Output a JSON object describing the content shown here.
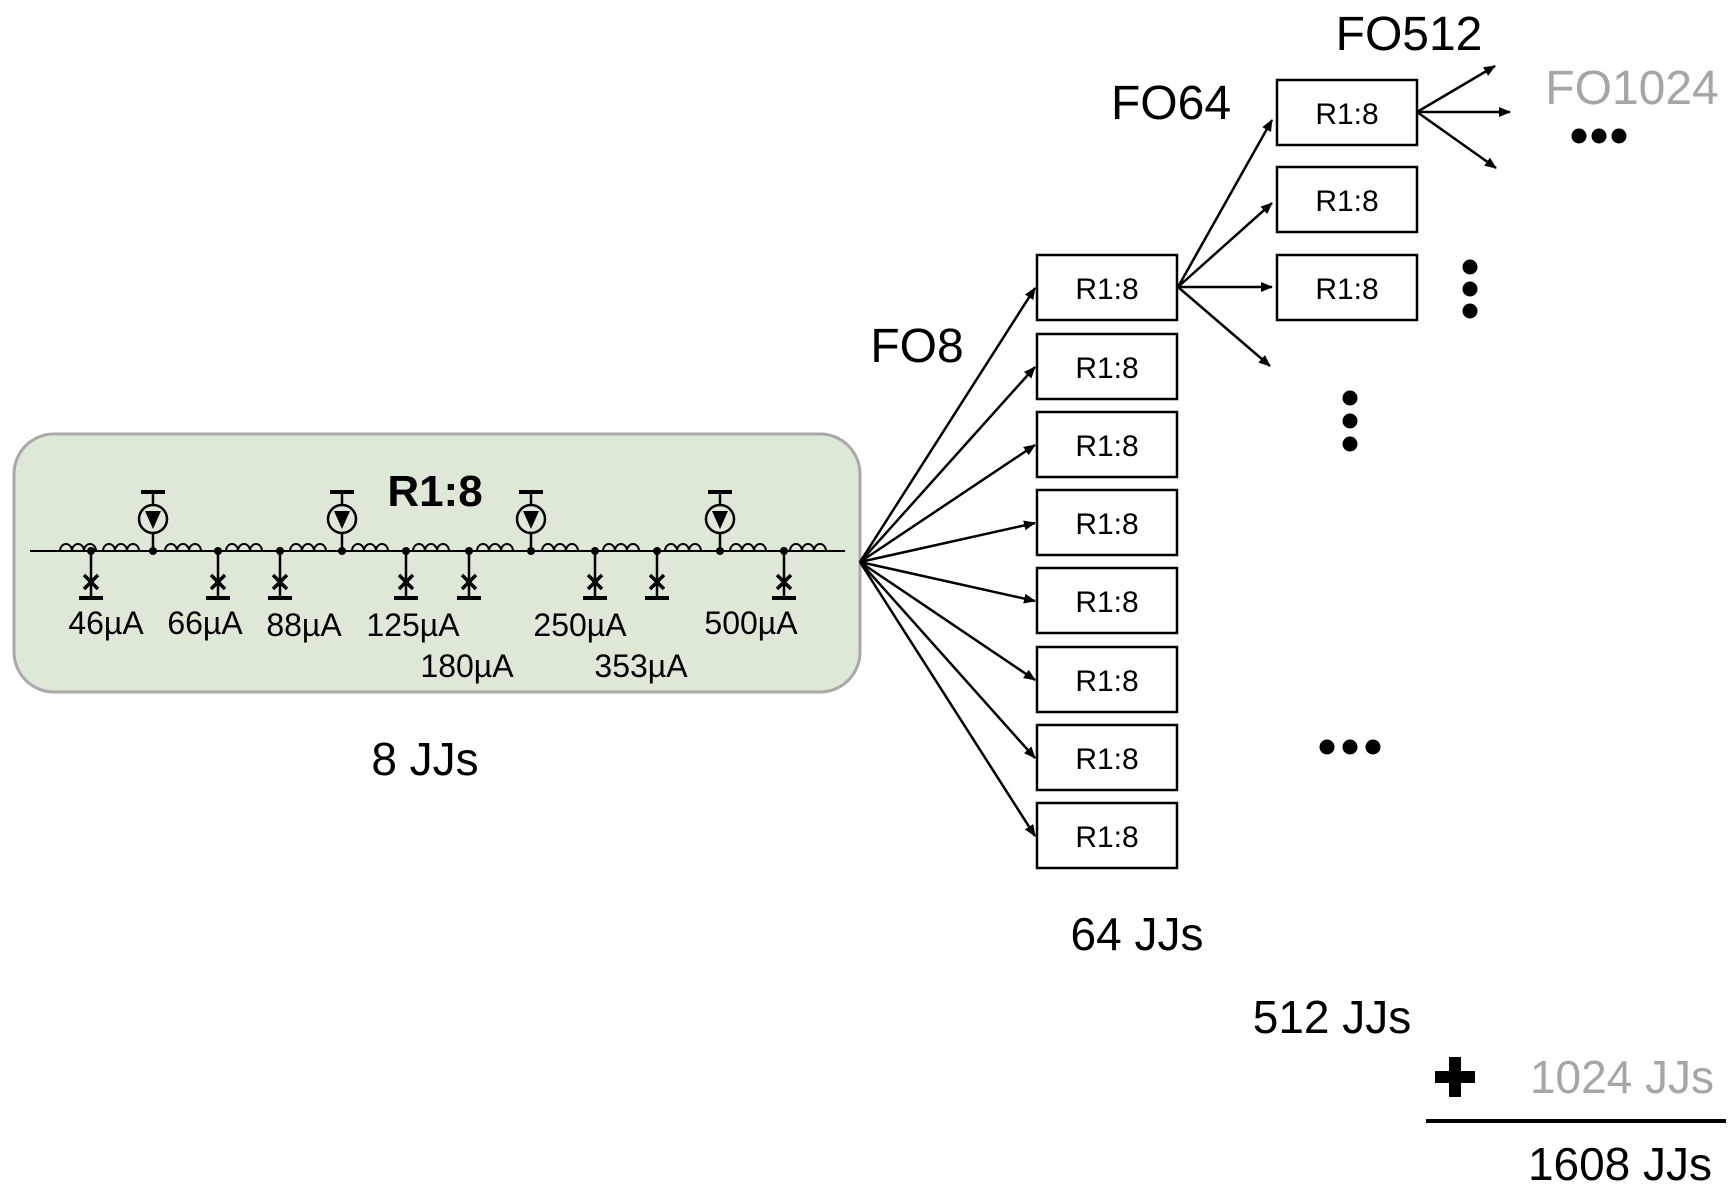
{
  "cell": {
    "title": "R1:8",
    "jj_count": "8 JJs",
    "currents": [
      "46µA",
      "66µA",
      "88µA",
      "125µA",
      "180µA",
      "250µA",
      "353µA",
      "500µA"
    ]
  },
  "box_label": "R1:8",
  "fanout": {
    "fo8": "FO8",
    "fo64": "FO64",
    "fo512": "FO512",
    "fo1024": "FO1024"
  },
  "counts": {
    "c64": "64 JJs",
    "c512": "512 JJs",
    "c1024": "1024 JJs",
    "total": "1608 JJs",
    "plus": "+"
  },
  "colors": {
    "cell_fill": "#dde9d6",
    "cell_stroke": "#a9a9a9",
    "ink": "#000000",
    "faded": "#a6a6a6"
  }
}
